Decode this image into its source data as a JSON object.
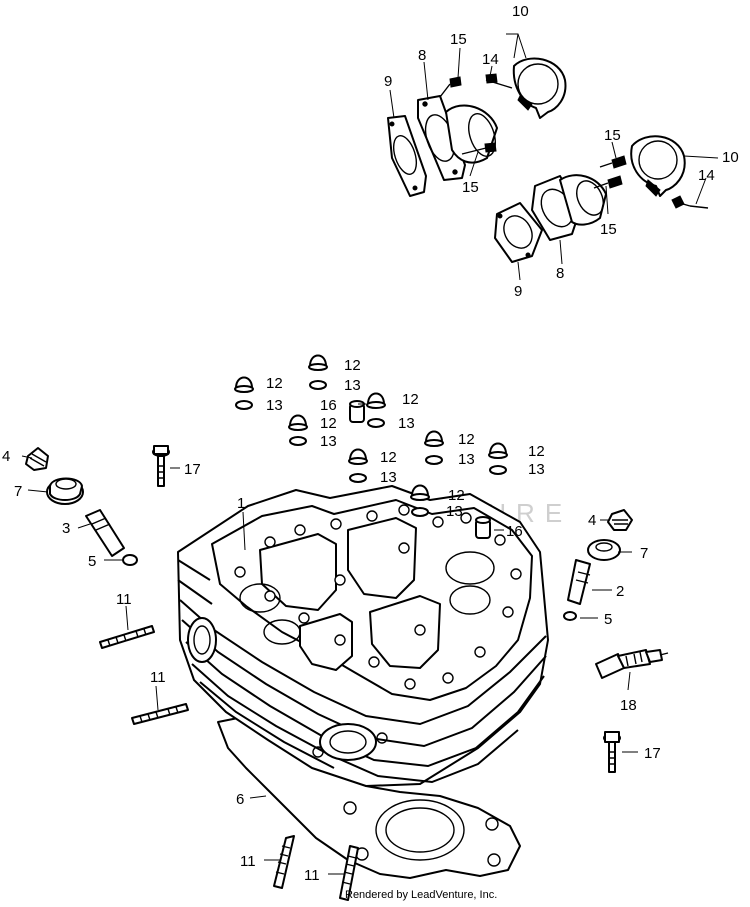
{
  "labels": {
    "l1": "1",
    "l2": "2",
    "l3": "3",
    "l4a": "4",
    "l4b": "4",
    "l5a": "5",
    "l5b": "5",
    "l6": "6",
    "l7a": "7",
    "l7b": "7",
    "l8a": "8",
    "l8b": "8",
    "l9a": "9",
    "l9b": "9",
    "l10a": "10",
    "l10b": "10",
    "l11a": "11",
    "l11b": "11",
    "l11c": "11",
    "l11d": "11",
    "l12a": "12",
    "l12b": "12",
    "l12c": "12",
    "l12d": "12",
    "l12e": "12",
    "l12f": "12",
    "l12g": "12",
    "l12h": "12",
    "l13a": "13",
    "l13b": "13",
    "l13c": "13",
    "l13d": "13",
    "l13e": "13",
    "l13f": "13",
    "l13g": "13",
    "l13h": "13",
    "l14a": "14",
    "l14b": "14",
    "l15a": "15",
    "l15b": "15",
    "l15c": "15",
    "l15d": "15",
    "l16a": "16",
    "l16b": "16",
    "l17a": "17",
    "l17b": "17",
    "l18": "18"
  },
  "watermark": "LEADVENTURE",
  "credit": "Rendered by LeadVenture, Inc."
}
